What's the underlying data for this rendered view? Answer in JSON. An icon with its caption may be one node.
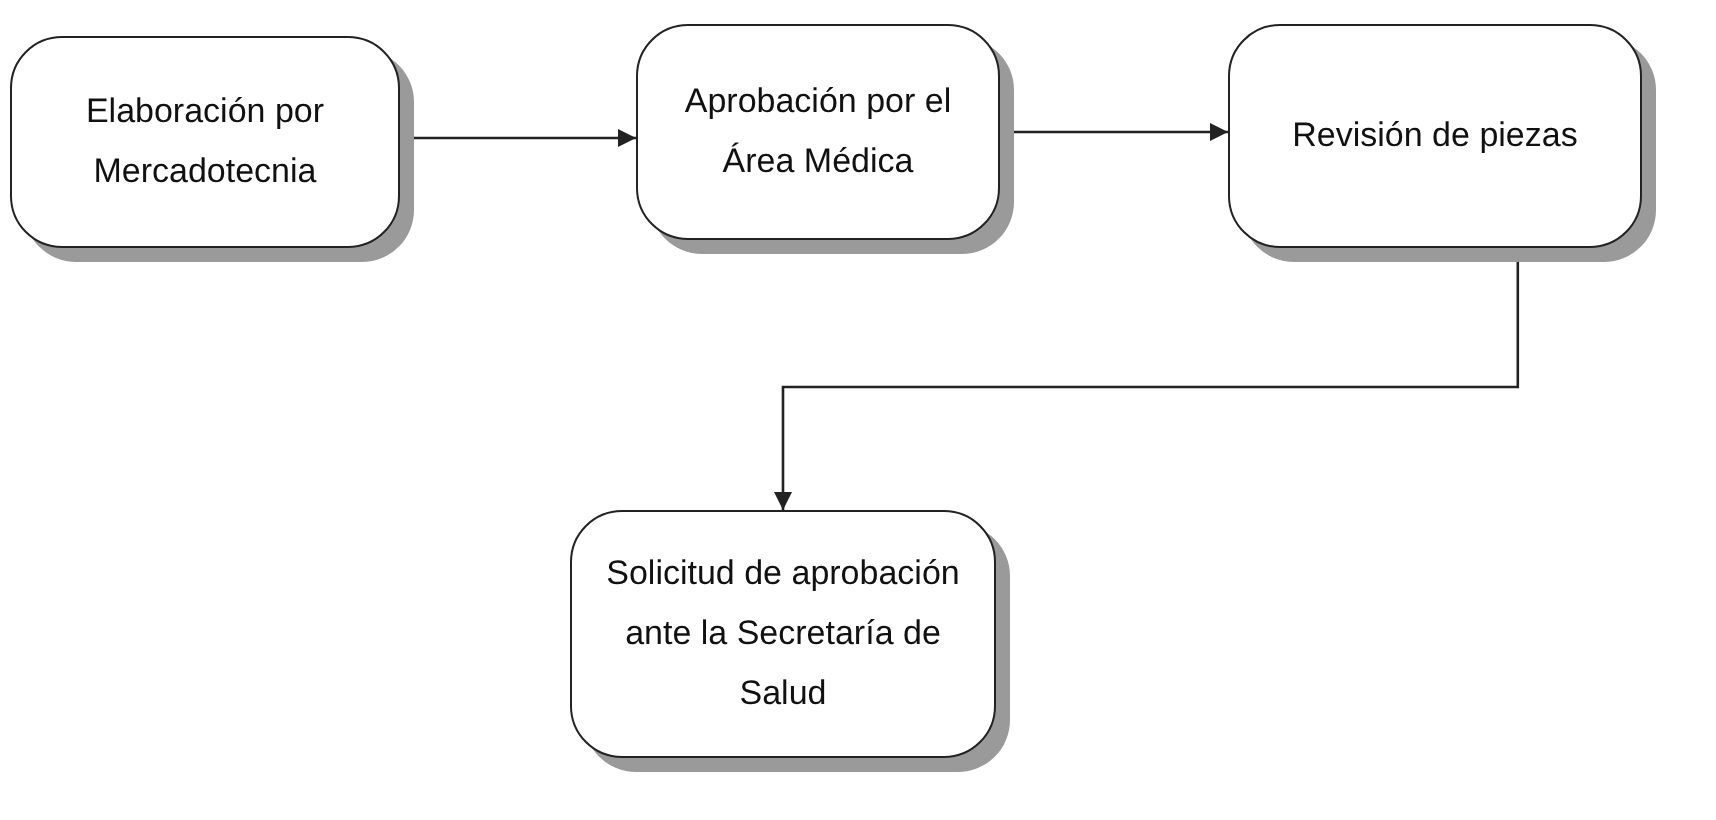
{
  "diagram": {
    "nodes": [
      {
        "text": [
          "Elaboración por Mercadotecnia"
        ]
      },
      {
        "text": [
          "Aprobación por el Área Médica"
        ]
      },
      {
        "text": [
          "Revisión de piezas"
        ]
      },
      {
        "text": [
          "Solicitud de aprobación ante la Secretaría de Salud"
        ]
      }
    ],
    "edges": [
      {
        "from": 0,
        "to": 1,
        "arrow": "to"
      },
      {
        "from": 1,
        "to": 2,
        "arrow": "to"
      },
      {
        "from": 2,
        "to": 3,
        "arrow": "to"
      }
    ]
  }
}
